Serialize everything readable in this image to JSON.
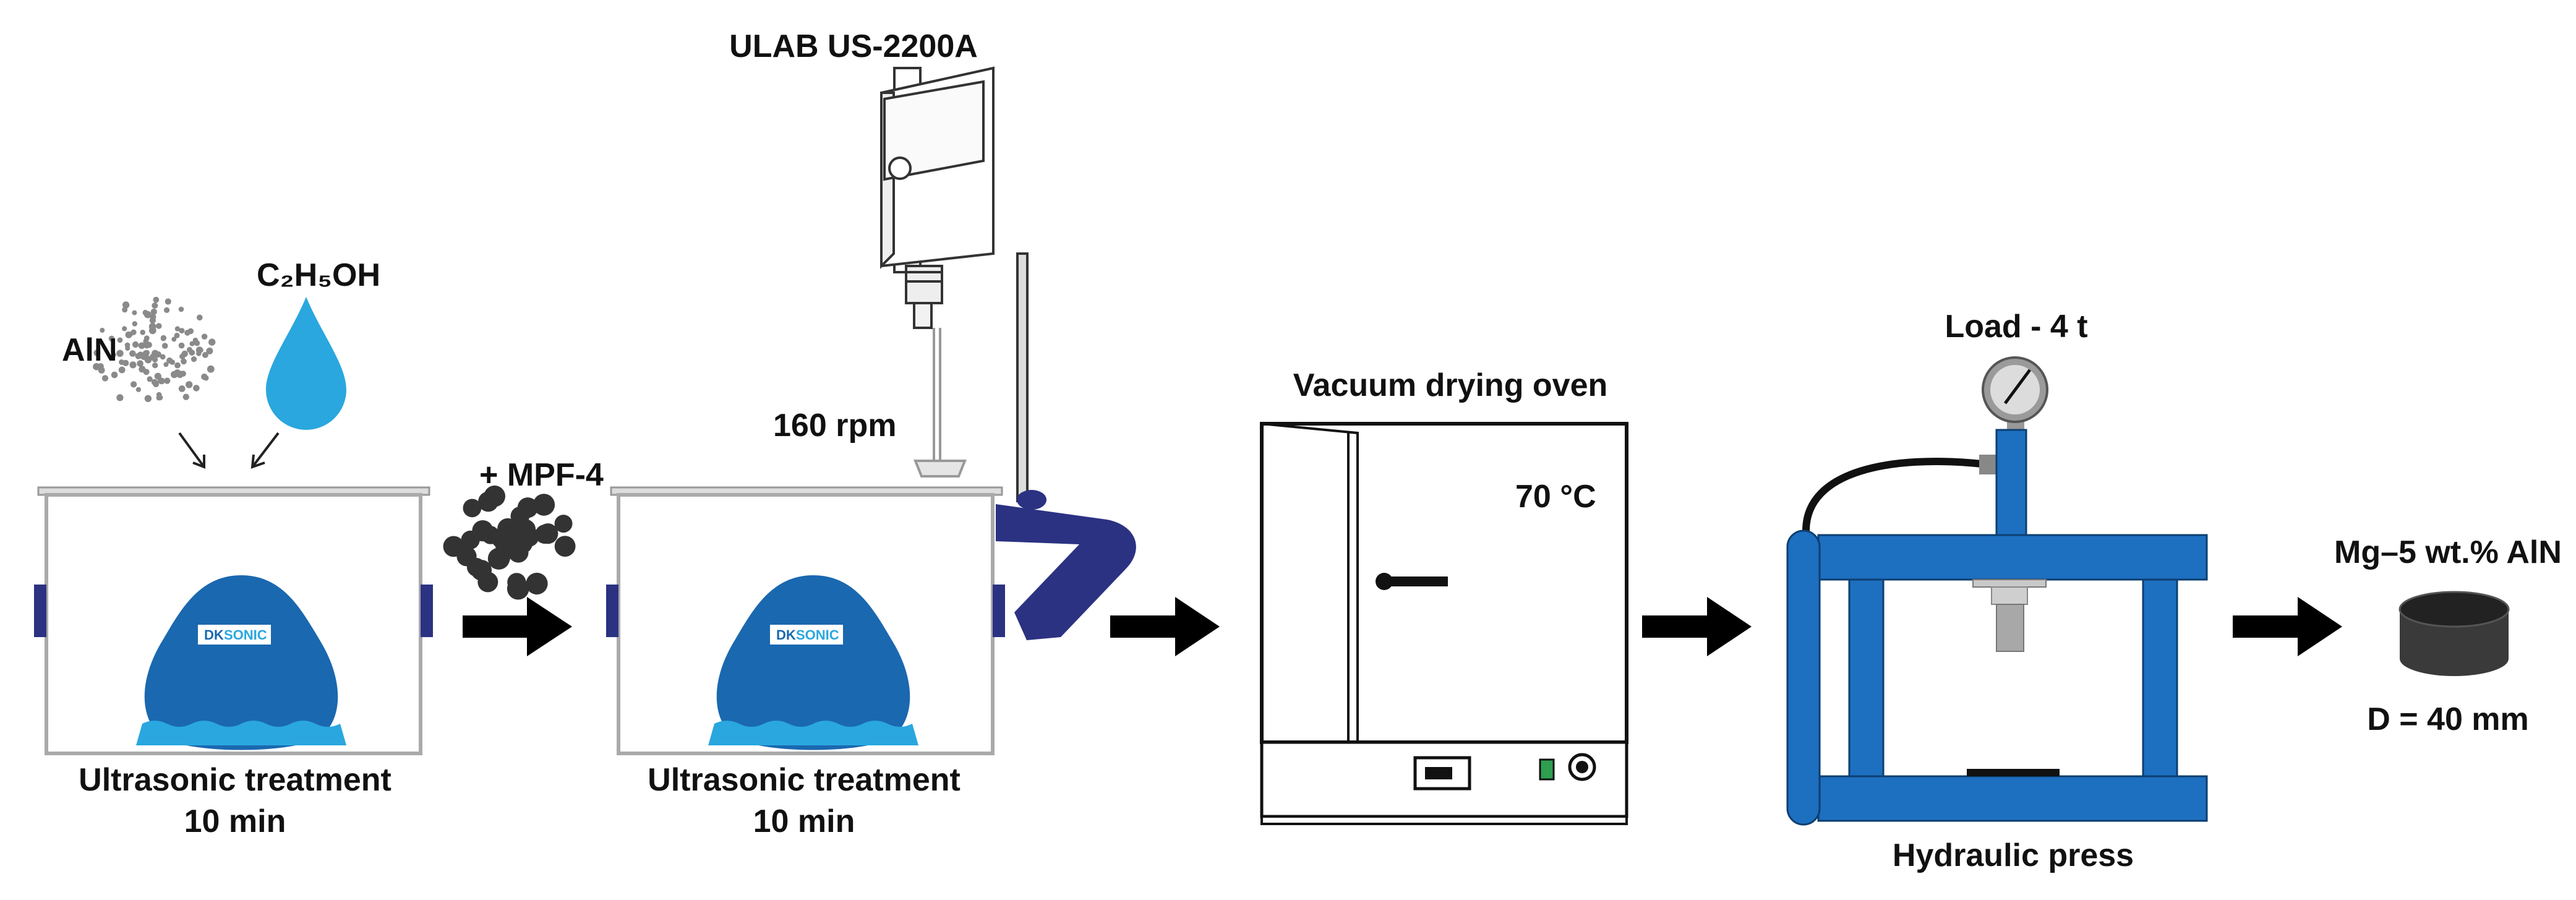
{
  "labels": {
    "aln": "AlN",
    "ethanol": "C₂H₅OH",
    "mpf": "+ MPF-4",
    "stirrer_model": "ULAB US-2200A",
    "rpm": "160 rpm",
    "oven_title": "Vacuum drying oven",
    "oven_temp": "70 °C",
    "load": "Load - 4 t",
    "press": "Hydraulic press",
    "product": "Mg–5 wt.% AlN",
    "diameter": "D = 40 mm"
  },
  "bath1": {
    "line1": "Ultrasonic treatment",
    "line2": "10 min",
    "brand_a": "DK",
    "brand_b": "SONIC"
  },
  "bath2": {
    "line1": "Ultrasonic treatment",
    "line2": "10 min",
    "brand_a": "DK",
    "brand_b": "SONIC"
  },
  "colors": {
    "bath_blue": "#1a68b0",
    "water": "#2aa7df",
    "drop": "#2aa7df",
    "press_blue": "#1d6fc0",
    "clamp_navy": "#2b3282",
    "product": "#3a3a3a"
  }
}
